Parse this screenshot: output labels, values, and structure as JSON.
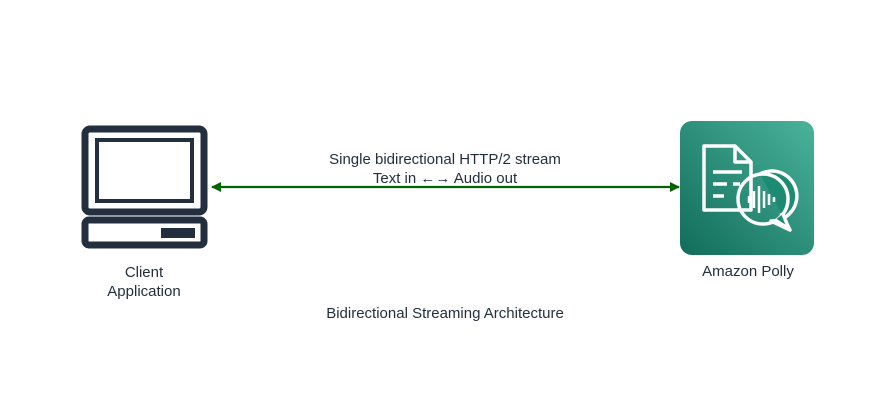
{
  "diagram": {
    "caption": "Bidirectional Streaming Architecture",
    "nodes": [
      {
        "id": "client",
        "label_line1": "Client",
        "label_line2": "Application",
        "icon": "laptop-icon"
      },
      {
        "id": "polly",
        "label": "Amazon Polly",
        "icon": "amazon-polly-icon"
      }
    ],
    "edge": {
      "line1": "Single bidirectional HTTP/2 stream",
      "line2": "Text in ←→ Audio out",
      "direction": "both",
      "color": "#006400"
    },
    "colors": {
      "polly_gradient_start": "#4ab29a",
      "polly_gradient_end": "#116d5b",
      "icon_dark": "#232f3e"
    }
  }
}
